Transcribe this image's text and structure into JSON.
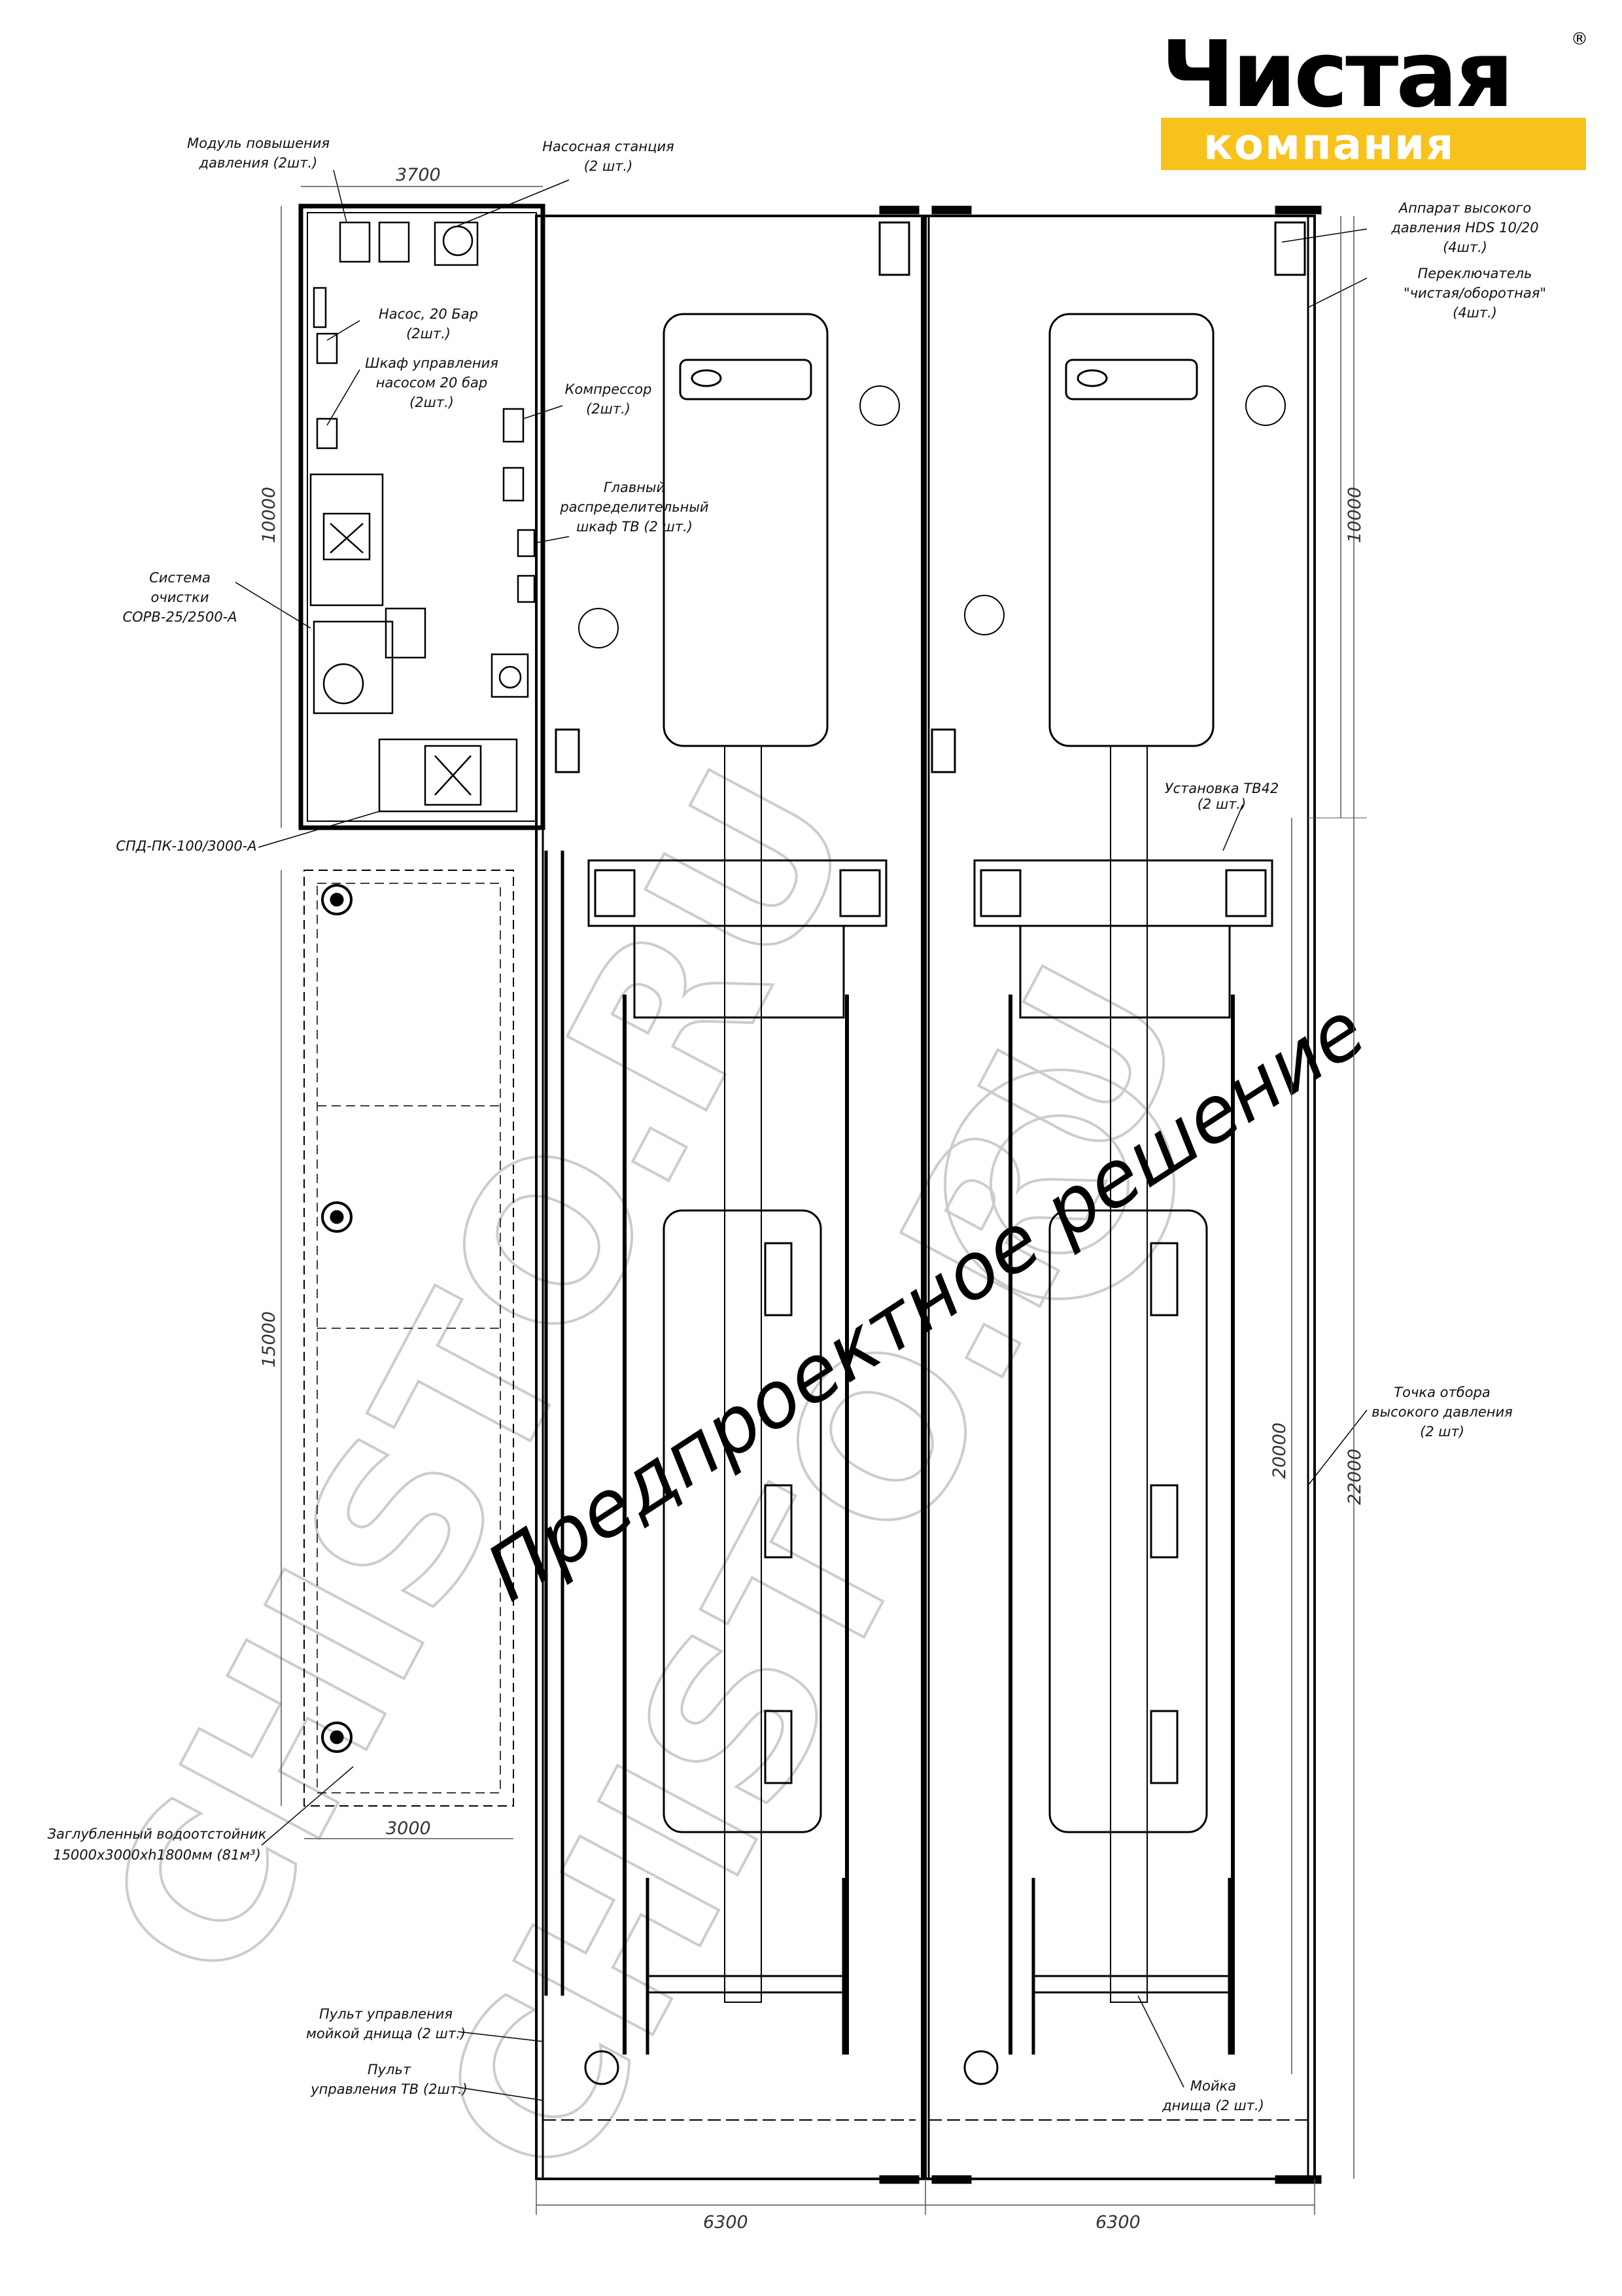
{
  "logo": {
    "name_line1": "Чистая",
    "name_line2": "компания",
    "registered_mark": "®",
    "accent_color": "#f7c21c"
  },
  "watermark": {
    "text": "CHISTO.RU",
    "color": "#c4c4c4"
  },
  "stamp": {
    "text": "Предпроектное решение"
  },
  "labels": {
    "booster_module": [
      "Модуль повышения",
      "давления (2шт.)"
    ],
    "pump_station": [
      "Насосная станция",
      "(2 шт.)"
    ],
    "hds_unit": [
      "Аппарат высокого",
      "давления HDS 10/20",
      "(4шт.)"
    ],
    "switch": [
      "Переключатель",
      "\"чистая/оборотная\"",
      "(4шт.)"
    ],
    "pump_20bar": [
      "Насос, 20 Бар",
      "(2шт.)"
    ],
    "pump_cabinet": [
      "Шкаф управления",
      "насосом 20 бар",
      "(2шт.)"
    ],
    "compressor": [
      "Компрессор",
      "(2шт.)"
    ],
    "main_cabinet": [
      "Главный",
      "распределительный",
      "шкаф ТВ (2 шт.)"
    ],
    "cleaning_system": [
      "Система",
      "очистки",
      "СОРВ-25/2500-А"
    ],
    "tb42": [
      "Установка ТВ42",
      "(2 шт.)"
    ],
    "spd": [
      "СПД-ПК-100/3000-А"
    ],
    "hp_point": [
      "Точка отбора",
      "высокого давления",
      "(2 шт)"
    ],
    "settler": [
      "Заглубленный водоотстойник",
      "15000x3000xh1800мм (81м³)"
    ],
    "underbody_panel": [
      "Пульт управления",
      "мойкой днища (2 шт.)"
    ],
    "tv_panel": [
      "Пульт",
      "управления ТВ (2шт.)"
    ],
    "underbody_wash": [
      "Мойка",
      "днища (2 шт.)"
    ]
  },
  "dimensions": {
    "room_width": "3700",
    "room_height": "10000",
    "settler_length": "15000",
    "settler_width": "3000",
    "bay_width_left": "6300",
    "bay_width_right": "6300",
    "right_height": "10000",
    "bay_length": "20000",
    "total_length": "22000"
  }
}
